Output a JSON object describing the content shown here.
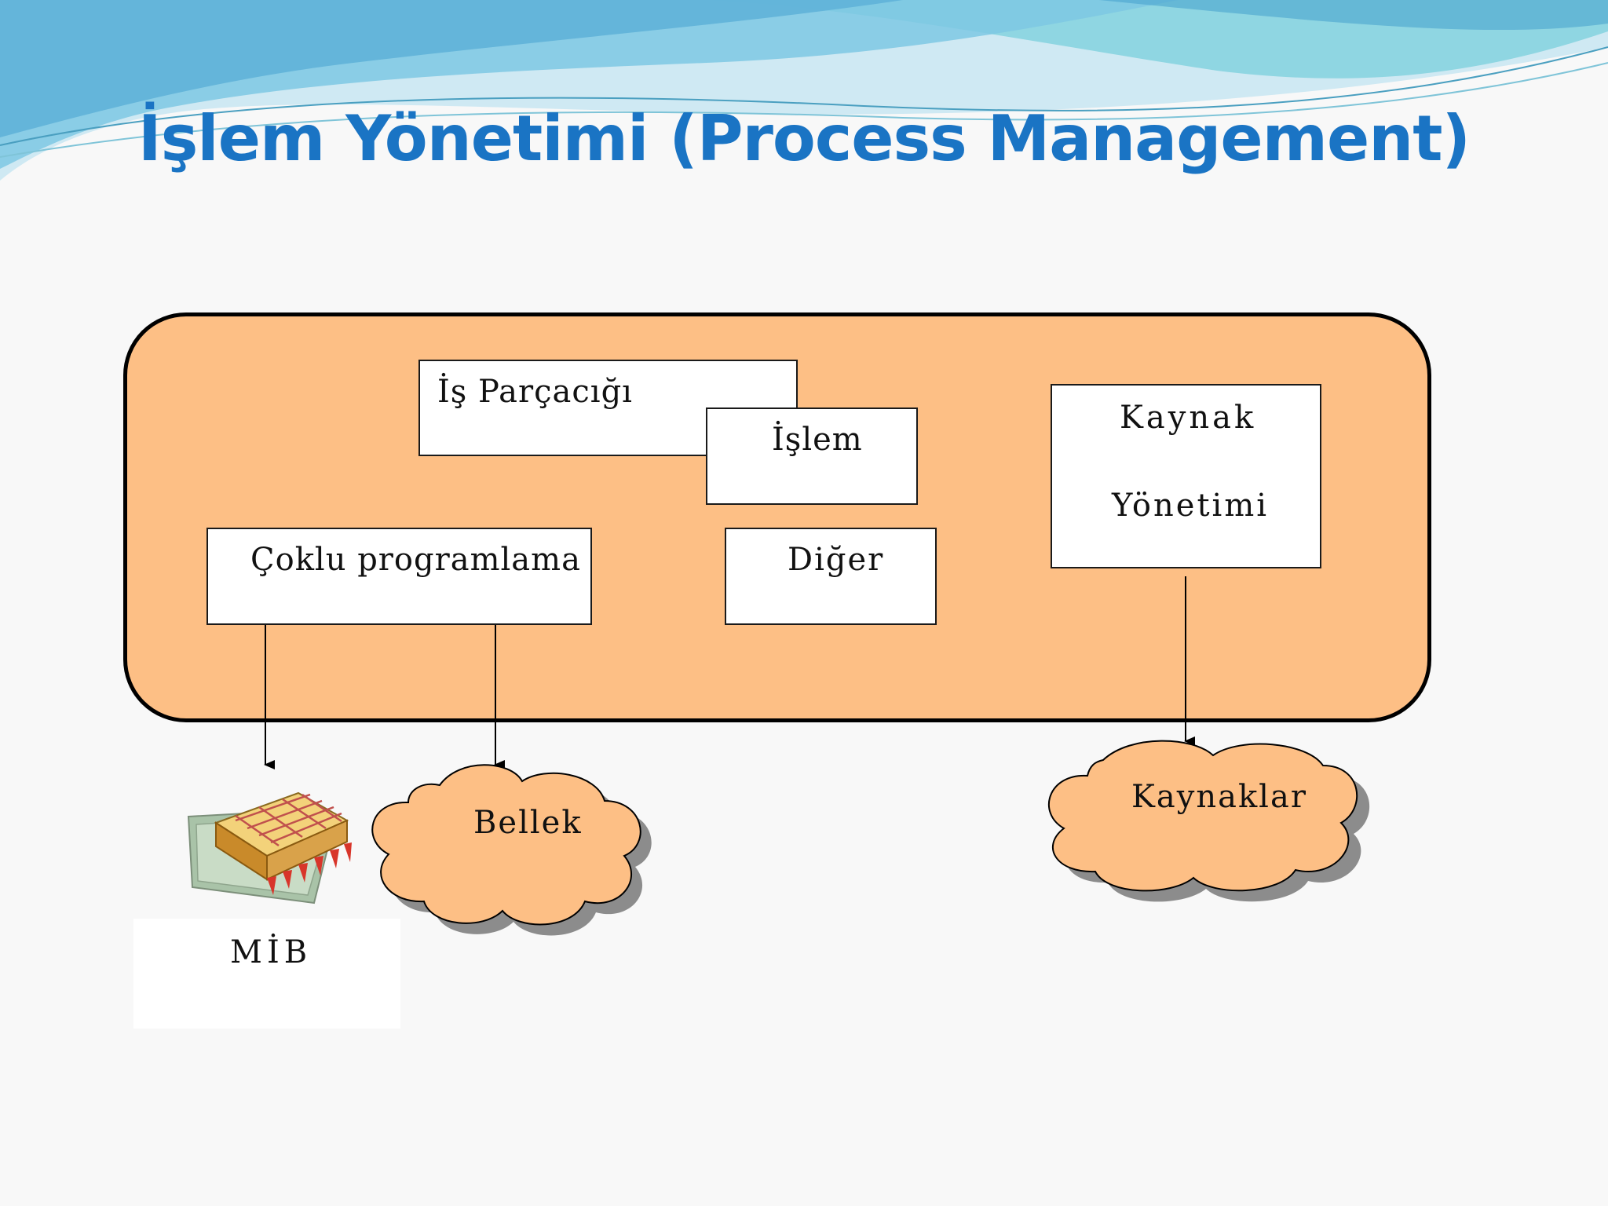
{
  "slide": {
    "title": "İşlem Yönetimi (Process Management)"
  },
  "diagram": {
    "boxes": {
      "thread": "İş Parçacığı",
      "process": "İşlem",
      "multiprogramming": "Çoklu programlama",
      "other": "Diğer",
      "resource_mgmt_line1": "Kaynak",
      "resource_mgmt_line2": "Yönetimi"
    },
    "targets": {
      "cpu": "MİB",
      "memory": "Bellek",
      "resources": "Kaynaklar"
    }
  },
  "colors": {
    "title": "#1a74c4",
    "panel_fill": "#fdbf85",
    "cloud_fill": "#fdbf85",
    "cloud_shadow": "#8c8c8c",
    "wave_light": "#cfe9f3",
    "wave_mid": "#8fd6e2",
    "wave_dark": "#5fb3d8"
  },
  "icons": {
    "cpu": "cpu-chip-icon"
  }
}
